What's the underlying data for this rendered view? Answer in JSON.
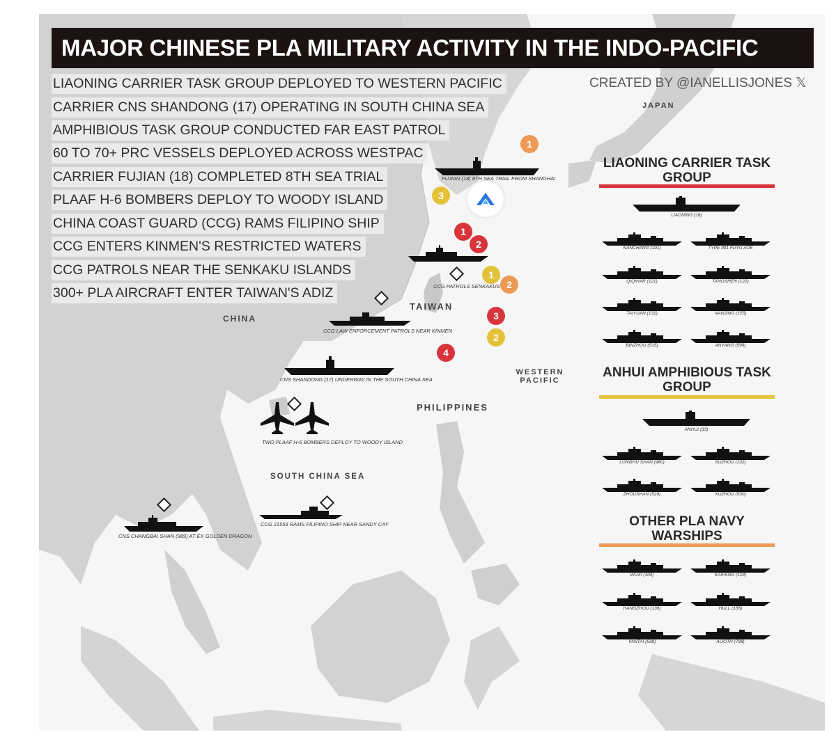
{
  "title": "MAJOR CHINESE PLA MILITARY ACTIVITY IN THE INDO-PACIFIC",
  "credit": "CREATED BY @IANELLISJONES 𝕏",
  "bullets": [
    "LIAONING CARRIER TASK GROUP DEPLOYED TO WESTERN PACIFIC",
    "CARRIER CNS SHANDONG (17) OPERATING IN SOUTH CHINA SEA",
    "AMPHIBIOUS TASK GROUP CONDUCTED FAR EAST PATROL",
    "60 TO 70+ PRC VESSELS DEPLOYED ACROSS WESTPAC",
    "CARRIER FUJIAN (18) COMPLETED 8TH SEA TRIAL",
    "PLAAF H-6 BOMBERS DEPLOY TO WOODY ISLAND",
    "CHINA COAST GUARD (CCG) RAMS FILIPINO SHIP",
    "CCG ENTERS KINMEN'S RESTRICTED WATERS",
    "CCG PATROLS NEAR THE SENKAKU ISLANDS",
    "300+ PLA AIRCRAFT ENTER TAIWAN'S ADIZ"
  ],
  "places": {
    "japan": "JAPAN",
    "china": "CHINA",
    "taiwan": "TAIWAN",
    "western_pacific": "WESTERN PACIFIC",
    "philippines": "PHILIPPINES",
    "south_china_sea": "SOUTH CHINA SEA"
  },
  "captions": {
    "fujian": "FUJIAN (18) 8TH SEA TRIAL FROM SHANGHAI",
    "senkaku": "CCG PATROLS SENKAKUS",
    "kinmen": "CCG LAW ENFORCEMENT PATROLS NEAR KINMEN",
    "shandong": "CNS SHANDONG (17) UNDERWAY IN THE SOUTH CHINA SEA",
    "bombers": "TWO PLAAF H-6 BOMBERS DEPLOY TO WOODY ISLAND",
    "changbai": "CNS CHANGBAI SHAN (989) AT EX GOLDEN DRAGON",
    "ccg21559": "CCG 21559 RAMS FILIPINO SHIP NEAR SANDY CAY"
  },
  "markers": [
    {
      "label": "1",
      "group": "other"
    },
    {
      "label": "3",
      "group": "amphibious"
    },
    {
      "label": "1",
      "group": "liaoning"
    },
    {
      "label": "2",
      "group": "liaoning"
    },
    {
      "label": "1",
      "group": "amphibious"
    },
    {
      "label": "2",
      "group": "other"
    },
    {
      "label": "3",
      "group": "liaoning"
    },
    {
      "label": "2",
      "group": "amphibious"
    },
    {
      "label": "4",
      "group": "liaoning"
    }
  ],
  "colors": {
    "liaoning": "#d8343b",
    "amphibious": "#e3c23a",
    "other": "#ec9a55",
    "title_bg": "#1c1212",
    "land": "#cfcfcf",
    "sea": "#f6f6f6"
  },
  "sections": {
    "liaoning": {
      "title": "LIAONING CARRIER TASK GROUP",
      "flagship": "LIAONING (16)",
      "ships": [
        "NANCHANG (101)",
        "TYPE 901 FUYU AOE",
        "QIQIHAR (121)",
        "TANGSHEN (122)",
        "TAIYUAN (131)",
        "NANJING (155)",
        "BINZHOU (515)",
        "ANYANG (599)"
      ]
    },
    "amphibious": {
      "title": "ANHUI AMPHIBIOUS TASK GROUP",
      "flagship": "ANHUI (33)",
      "ships": [
        "LONGHU SHAN (980)",
        "SUZHOU (132)",
        "ZHOUSHAN (529)",
        "XUZHOU (530)"
      ]
    },
    "other": {
      "title": "OTHER PLA NAVY WARSHIPS",
      "ships": [
        "WUXI (104)",
        "KAIFENG (124)",
        "HANGZHOU (136)",
        "HULL (156)",
        "YANTAI (538)",
        "ALIOTH (798)"
      ]
    }
  },
  "badge_icon": "app-logo-icon"
}
